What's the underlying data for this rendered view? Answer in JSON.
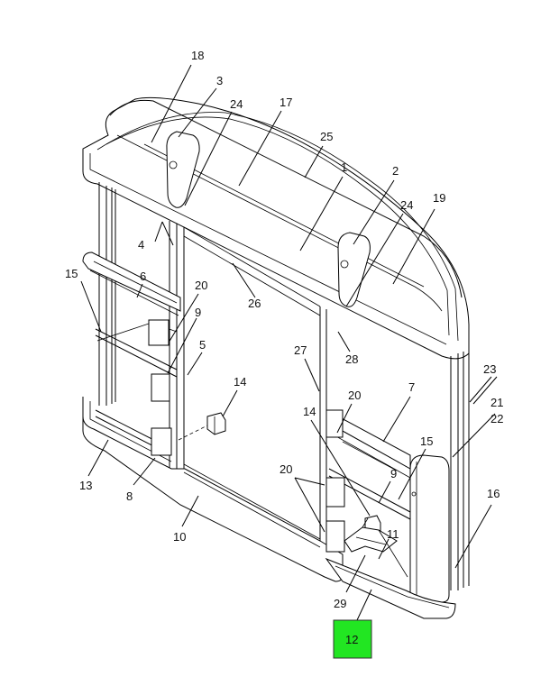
{
  "labels": [
    "18",
    "3",
    "24",
    "17",
    "25",
    "1",
    "2",
    "24",
    "19",
    "4",
    "15",
    "6",
    "20",
    "9",
    "5",
    "26",
    "27",
    "28",
    "14",
    "20",
    "7",
    "21",
    "22",
    "23",
    "15",
    "13",
    "8",
    "10",
    "14",
    "20",
    "9",
    "11",
    "16",
    "29",
    "12"
  ],
  "highlight": {
    "label": "12",
    "color": "#22e622"
  }
}
